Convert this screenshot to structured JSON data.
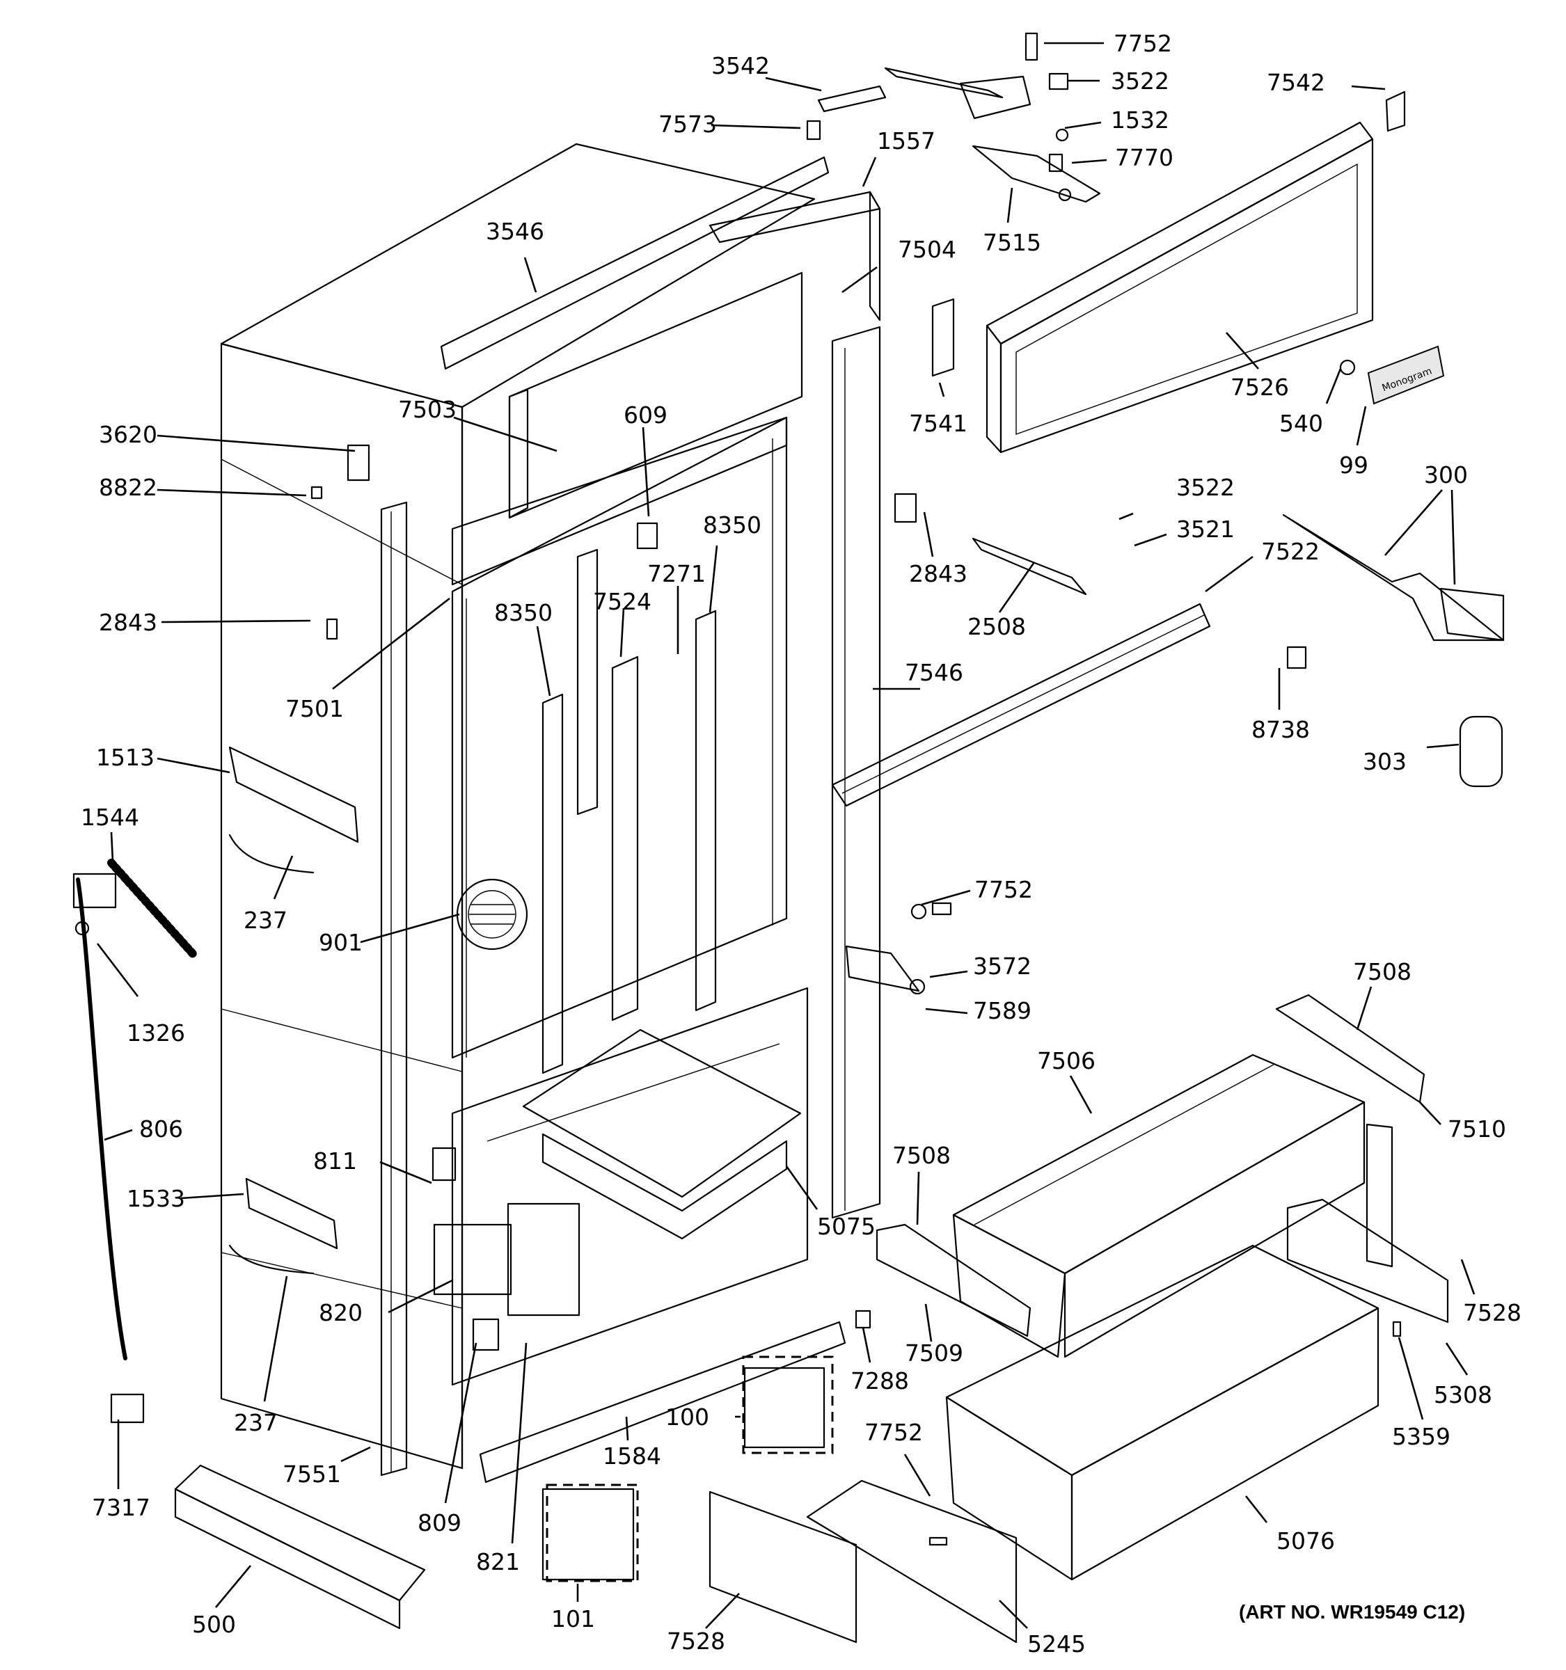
{
  "diagram": {
    "art_number": "(ART NO. WR19549 C12)",
    "brand_plate_text": "Monogram",
    "callouts": [
      {
        "label": "7752"
      },
      {
        "label": "3522"
      },
      {
        "label": "3542"
      },
      {
        "label": "7542"
      },
      {
        "label": "1532"
      },
      {
        "label": "7573"
      },
      {
        "label": "1557"
      },
      {
        "label": "7770"
      },
      {
        "label": "7515"
      },
      {
        "label": "3546"
      },
      {
        "label": "7504"
      },
      {
        "label": "7526"
      },
      {
        "label": "7541"
      },
      {
        "label": "540"
      },
      {
        "label": "99"
      },
      {
        "label": "7503"
      },
      {
        "label": "609"
      },
      {
        "label": "3620"
      },
      {
        "label": "8822"
      },
      {
        "label": "3522"
      },
      {
        "label": "300"
      },
      {
        "label": "3521"
      },
      {
        "label": "8350"
      },
      {
        "label": "7271"
      },
      {
        "label": "7524"
      },
      {
        "label": "2843"
      },
      {
        "label": "7522"
      },
      {
        "label": "8350"
      },
      {
        "label": "2843"
      },
      {
        "label": "2508"
      },
      {
        "label": "7546"
      },
      {
        "label": "7501"
      },
      {
        "label": "8738"
      },
      {
        "label": "1513"
      },
      {
        "label": "303"
      },
      {
        "label": "1544"
      },
      {
        "label": "7752"
      },
      {
        "label": "237"
      },
      {
        "label": "901"
      },
      {
        "label": "3572"
      },
      {
        "label": "7508"
      },
      {
        "label": "7589"
      },
      {
        "label": "1326"
      },
      {
        "label": "7506"
      },
      {
        "label": "806"
      },
      {
        "label": "7510"
      },
      {
        "label": "811"
      },
      {
        "label": "7508"
      },
      {
        "label": "1533"
      },
      {
        "label": "5075"
      },
      {
        "label": "820"
      },
      {
        "label": "7528"
      },
      {
        "label": "7509"
      },
      {
        "label": "7288"
      },
      {
        "label": "5308"
      },
      {
        "label": "237"
      },
      {
        "label": "100"
      },
      {
        "label": "5359"
      },
      {
        "label": "7752"
      },
      {
        "label": "1584"
      },
      {
        "label": "7551"
      },
      {
        "label": "7317"
      },
      {
        "label": "809"
      },
      {
        "label": "5076"
      },
      {
        "label": "821"
      },
      {
        "label": "101"
      },
      {
        "label": "500"
      },
      {
        "label": "7528"
      },
      {
        "label": "5245"
      }
    ]
  }
}
